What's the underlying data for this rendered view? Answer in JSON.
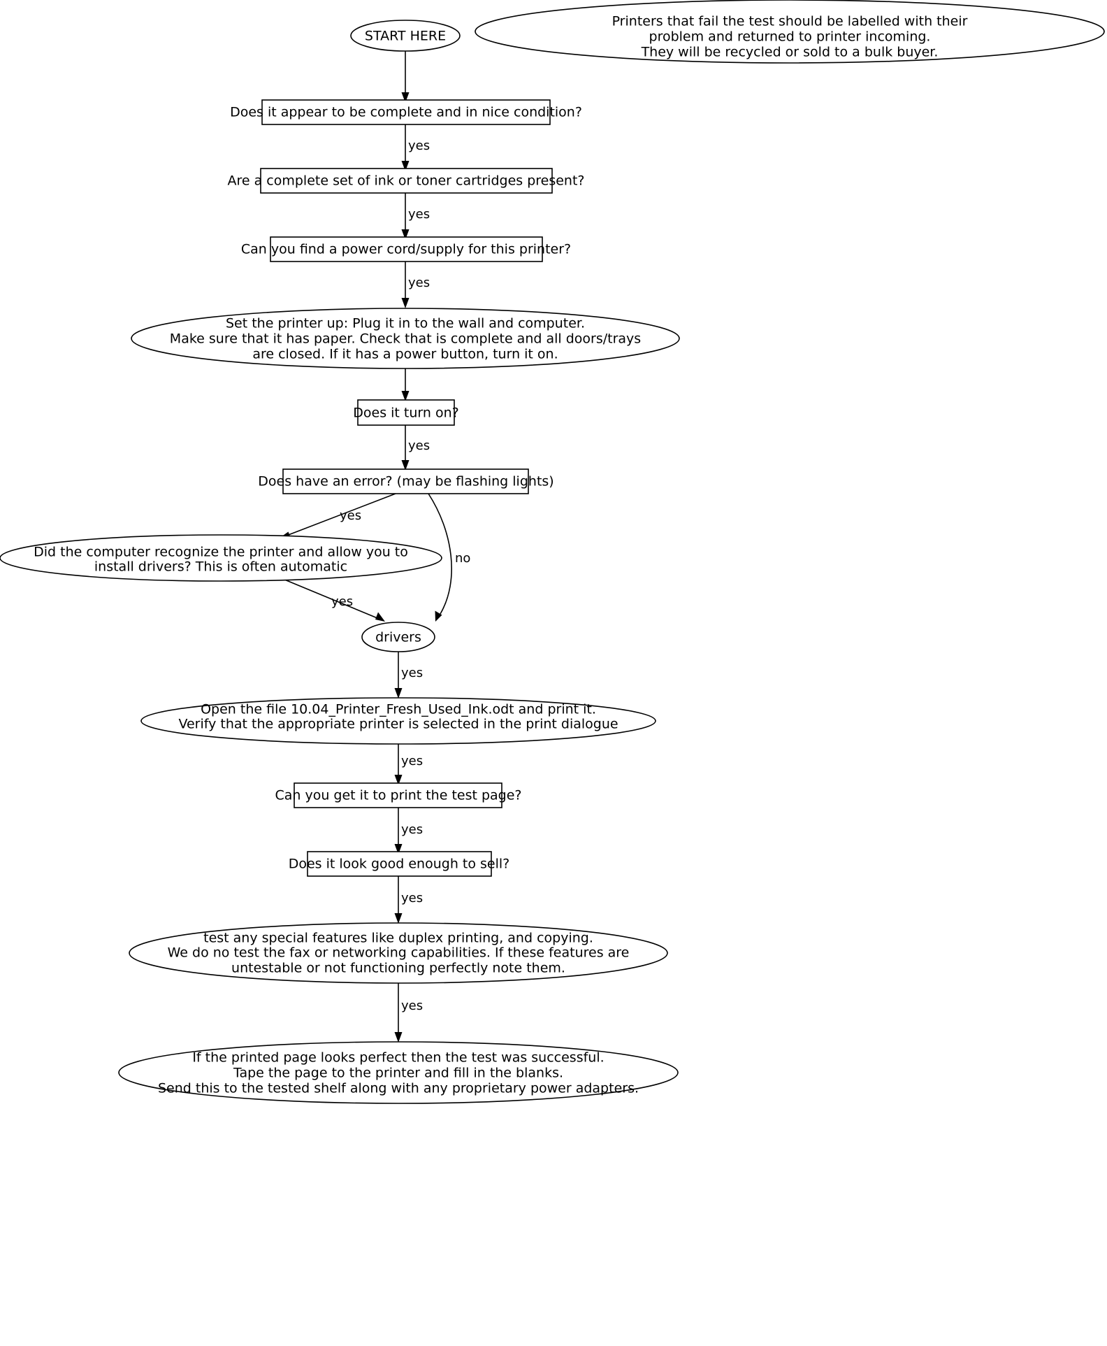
{
  "diagram": {
    "title": "Printer Testing Flowchart",
    "background_color": "#ffffff",
    "stroke_color": "#000000",
    "text_color": "#000000"
  },
  "nodes": {
    "start": {
      "shape": "ellipse",
      "lines": [
        "START HERE"
      ]
    },
    "note_fail": {
      "shape": "ellipse",
      "lines": [
        "Printers that fail the test should be labelled with their",
        "problem and returned to printer incoming.",
        "They will be recycled or sold to a bulk buyer."
      ]
    },
    "q_condition": {
      "shape": "box",
      "lines": [
        "Does it appear to be complete and in nice condition?"
      ]
    },
    "q_cartridges": {
      "shape": "box",
      "lines": [
        "Are a complete set of ink or toner cartridges present?"
      ]
    },
    "q_power_cord": {
      "shape": "box",
      "lines": [
        "Can you find a power cord/supply for this printer?"
      ]
    },
    "setup": {
      "shape": "ellipse",
      "lines": [
        "Set the printer up: Plug it in to the wall and computer.",
        "Make sure that it has paper. Check that is complete and all doors/trays",
        "are closed. If it has a power button, turn it on."
      ]
    },
    "q_turn_on": {
      "shape": "box",
      "lines": [
        "Does it turn on?"
      ]
    },
    "q_error": {
      "shape": "box",
      "lines": [
        "Does have an error? (may be flashing lights)"
      ]
    },
    "q_recognize": {
      "shape": "ellipse",
      "lines": [
        "Did the computer recognize the printer and allow you to",
        "install drivers? This is often automatic"
      ]
    },
    "drivers": {
      "shape": "ellipse",
      "lines": [
        "drivers"
      ]
    },
    "open_file": {
      "shape": "ellipse",
      "lines": [
        "Open the file 10.04_Printer_Fresh_Used_Ink.odt and print it.",
        "Verify that the appropriate printer is selected in the print dialogue"
      ]
    },
    "q_test_page": {
      "shape": "box",
      "lines": [
        "Can you get it to print the test page?"
      ]
    },
    "q_look_good": {
      "shape": "box",
      "lines": [
        "Does it look good enough to sell?"
      ]
    },
    "special_features": {
      "shape": "ellipse",
      "lines": [
        "test any special features like duplex printing, and copying.",
        "We do no test the fax or networking capabilities. If these features are",
        "untestable or not functioning perfectly note them."
      ]
    },
    "finish": {
      "shape": "ellipse",
      "lines": [
        "If the printed page looks perfect then the test was successful.",
        "Tape the page to the printer and fill in the blanks.",
        "Send this to the tested shelf along with any proprietary power adapters."
      ]
    }
  },
  "edges": [
    {
      "from": "start",
      "to": "q_condition",
      "label": ""
    },
    {
      "from": "q_condition",
      "to": "q_cartridges",
      "label": "yes"
    },
    {
      "from": "q_cartridges",
      "to": "q_power_cord",
      "label": "yes"
    },
    {
      "from": "q_power_cord",
      "to": "setup",
      "label": "yes"
    },
    {
      "from": "setup",
      "to": "q_turn_on",
      "label": ""
    },
    {
      "from": "q_turn_on",
      "to": "q_error",
      "label": "yes"
    },
    {
      "from": "q_error",
      "to": "q_recognize",
      "label": "yes"
    },
    {
      "from": "q_error",
      "to": "drivers",
      "label": "no"
    },
    {
      "from": "q_recognize",
      "to": "drivers",
      "label": "yes"
    },
    {
      "from": "drivers",
      "to": "open_file",
      "label": "yes"
    },
    {
      "from": "open_file",
      "to": "q_test_page",
      "label": "yes"
    },
    {
      "from": "q_test_page",
      "to": "q_look_good",
      "label": "yes"
    },
    {
      "from": "q_look_good",
      "to": "special_features",
      "label": "yes"
    },
    {
      "from": "special_features",
      "to": "finish",
      "label": "yes"
    }
  ],
  "edge_labels": {
    "e_cond_cart": "yes",
    "e_cart_cord": "yes",
    "e_cord_setup": "yes",
    "e_turnon_error": "yes",
    "e_error_recog": "yes",
    "e_error_drivers": "no",
    "e_recog_drivers": "yes",
    "e_drivers_open": "yes",
    "e_open_test": "yes",
    "e_test_look": "yes",
    "e_look_special": "yes",
    "e_special_finish": "yes"
  }
}
